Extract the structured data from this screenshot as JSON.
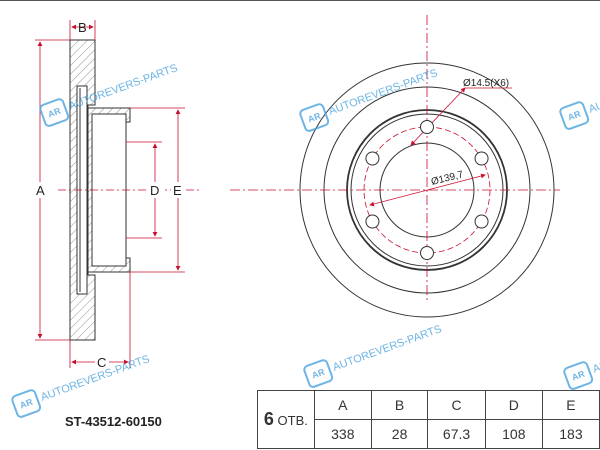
{
  "part_number": "ST-43512-60150",
  "watermark": {
    "logo": "AR",
    "text": "AUTOREVERS-PARTS"
  },
  "side_view": {
    "labels": {
      "A": "A",
      "B": "B",
      "C": "C",
      "D": "D",
      "E": "E"
    }
  },
  "front_view": {
    "hole_label": "Ø14.5(X6)",
    "pcd_label": "Ø139,7"
  },
  "table": {
    "holes_count": "6",
    "holes_suffix": "ОТВ.",
    "headers": [
      "A",
      "B",
      "C",
      "D",
      "E"
    ],
    "values": [
      "338",
      "28",
      "67.3",
      "108",
      "183"
    ]
  },
  "colors": {
    "dimension": "#c8102e",
    "outline": "#333333",
    "watermark": "#4aa3df"
  }
}
